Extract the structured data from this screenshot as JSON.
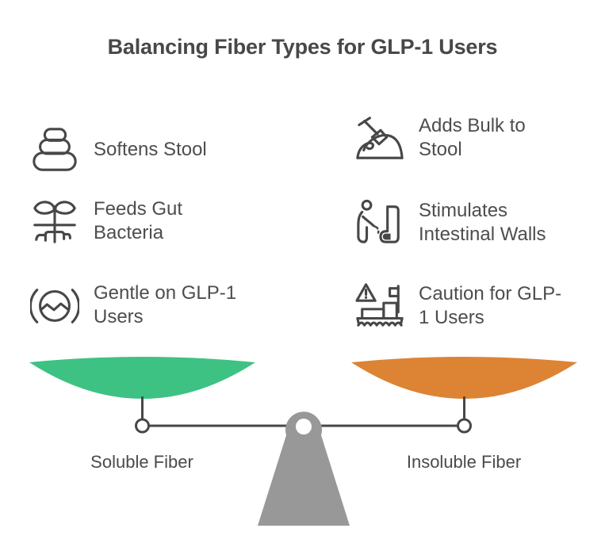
{
  "title": "Balancing Fiber Types for GLP-1 Users",
  "colors": {
    "pan_green": "#3dc283",
    "pan_orange": "#dd8334",
    "fulcrum_gray": "#989898"
  },
  "left_column": {
    "items": [
      {
        "icon": "stacked-stones-icon",
        "label": "Softens Stool"
      },
      {
        "icon": "sprout-roots-icon",
        "label": "Feeds Gut\nBacteria"
      },
      {
        "icon": "gentle-waves-circle-icon",
        "label": "Gentle on GLP-1\nUsers"
      }
    ]
  },
  "right_column": {
    "items": [
      {
        "icon": "shovel-mound-icon",
        "label": "Adds Bulk to\nStool"
      },
      {
        "icon": "person-standing-icon",
        "label": "Stimulates\nIntestinal Walls"
      },
      {
        "icon": "ship-warning-icon",
        "label": "Caution for GLP-\n1 Users"
      }
    ]
  },
  "scale": {
    "left_pan_label": "Soluble Fiber",
    "right_pan_label": "Insoluble Fiber"
  }
}
